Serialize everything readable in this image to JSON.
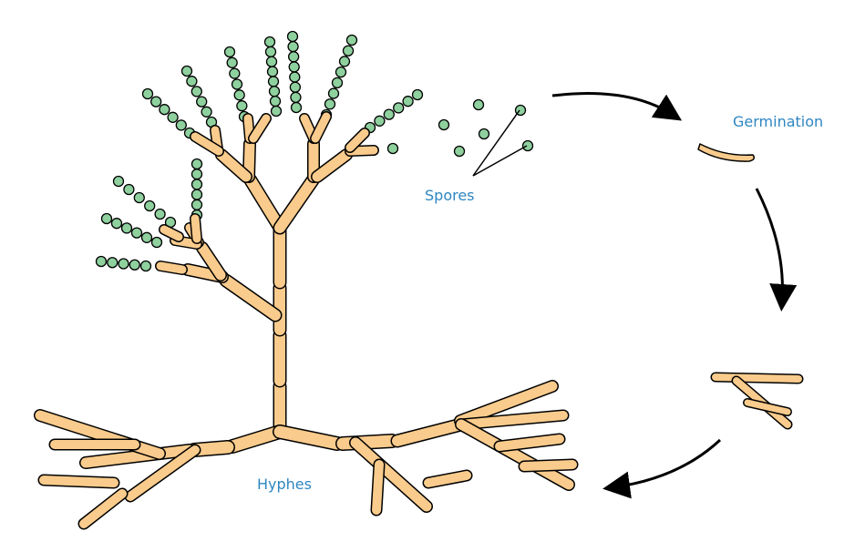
{
  "labels": {
    "germination": "Germination",
    "spores": "Spores",
    "hyphes": "Hyphes"
  },
  "colors": {
    "hypha_fill": "#F9CB8C",
    "outline": "#000000",
    "spore_fill": "#8FD19E",
    "label": "#2E86C1"
  }
}
